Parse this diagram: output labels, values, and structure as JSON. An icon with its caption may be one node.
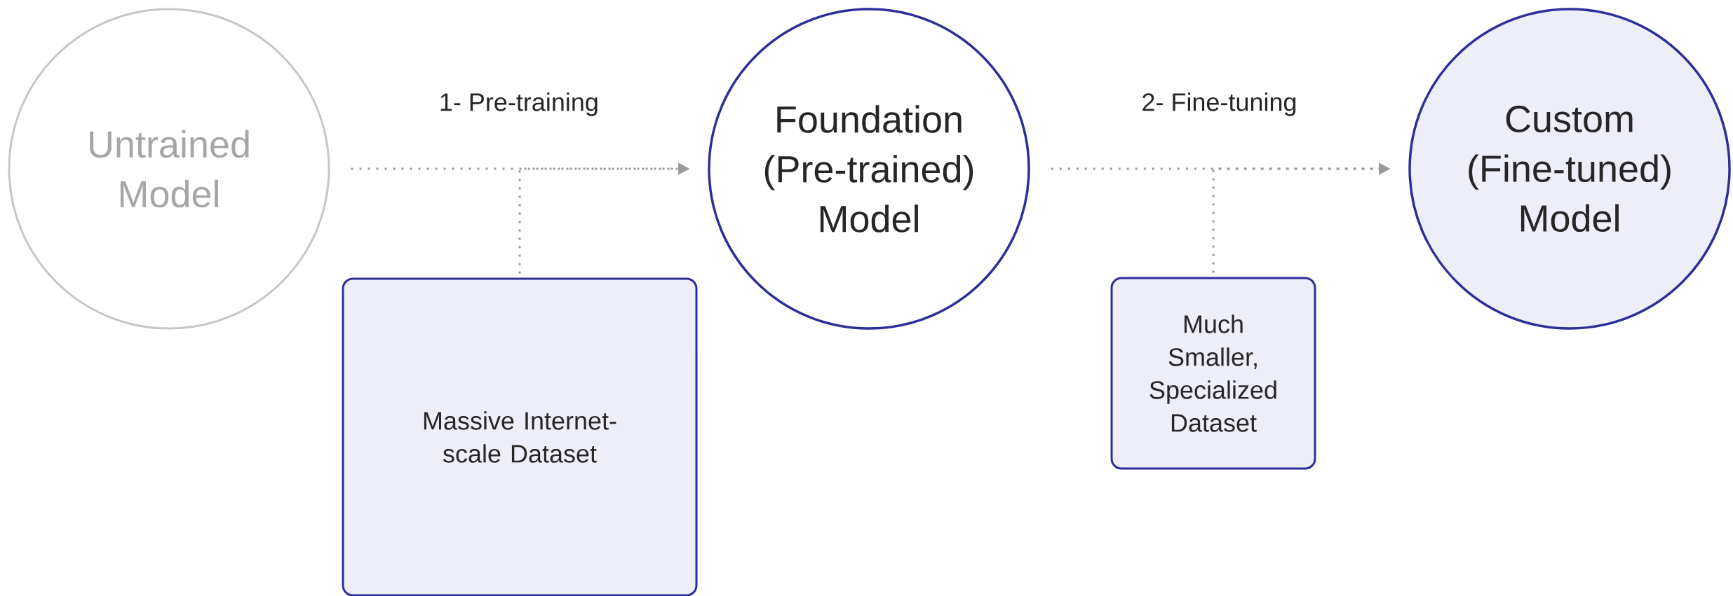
{
  "diagram": {
    "nodes": [
      {
        "text": [
          "Untrained Model"
        ]
      },
      {
        "text": [
          "Foundation (Pre-trained) Model"
        ]
      },
      {
        "text": [
          "Custom (Fine-tuned) Model"
        ]
      },
      {
        "text": [
          "Massive Internet-scale Dataset"
        ]
      },
      {
        "text": [
          "Much Smaller, Specialized Dataset"
        ]
      }
    ],
    "edges": [
      {
        "from": 0,
        "to": 1,
        "arrow": "to",
        "label": "1- Pre-training"
      },
      {
        "from": 3,
        "to": 1,
        "arrow": "to"
      },
      {
        "from": 1,
        "to": 2,
        "arrow": "to",
        "label": "2- Fine-tuning"
      },
      {
        "from": 4,
        "to": 2,
        "arrow": "to"
      }
    ]
  }
}
